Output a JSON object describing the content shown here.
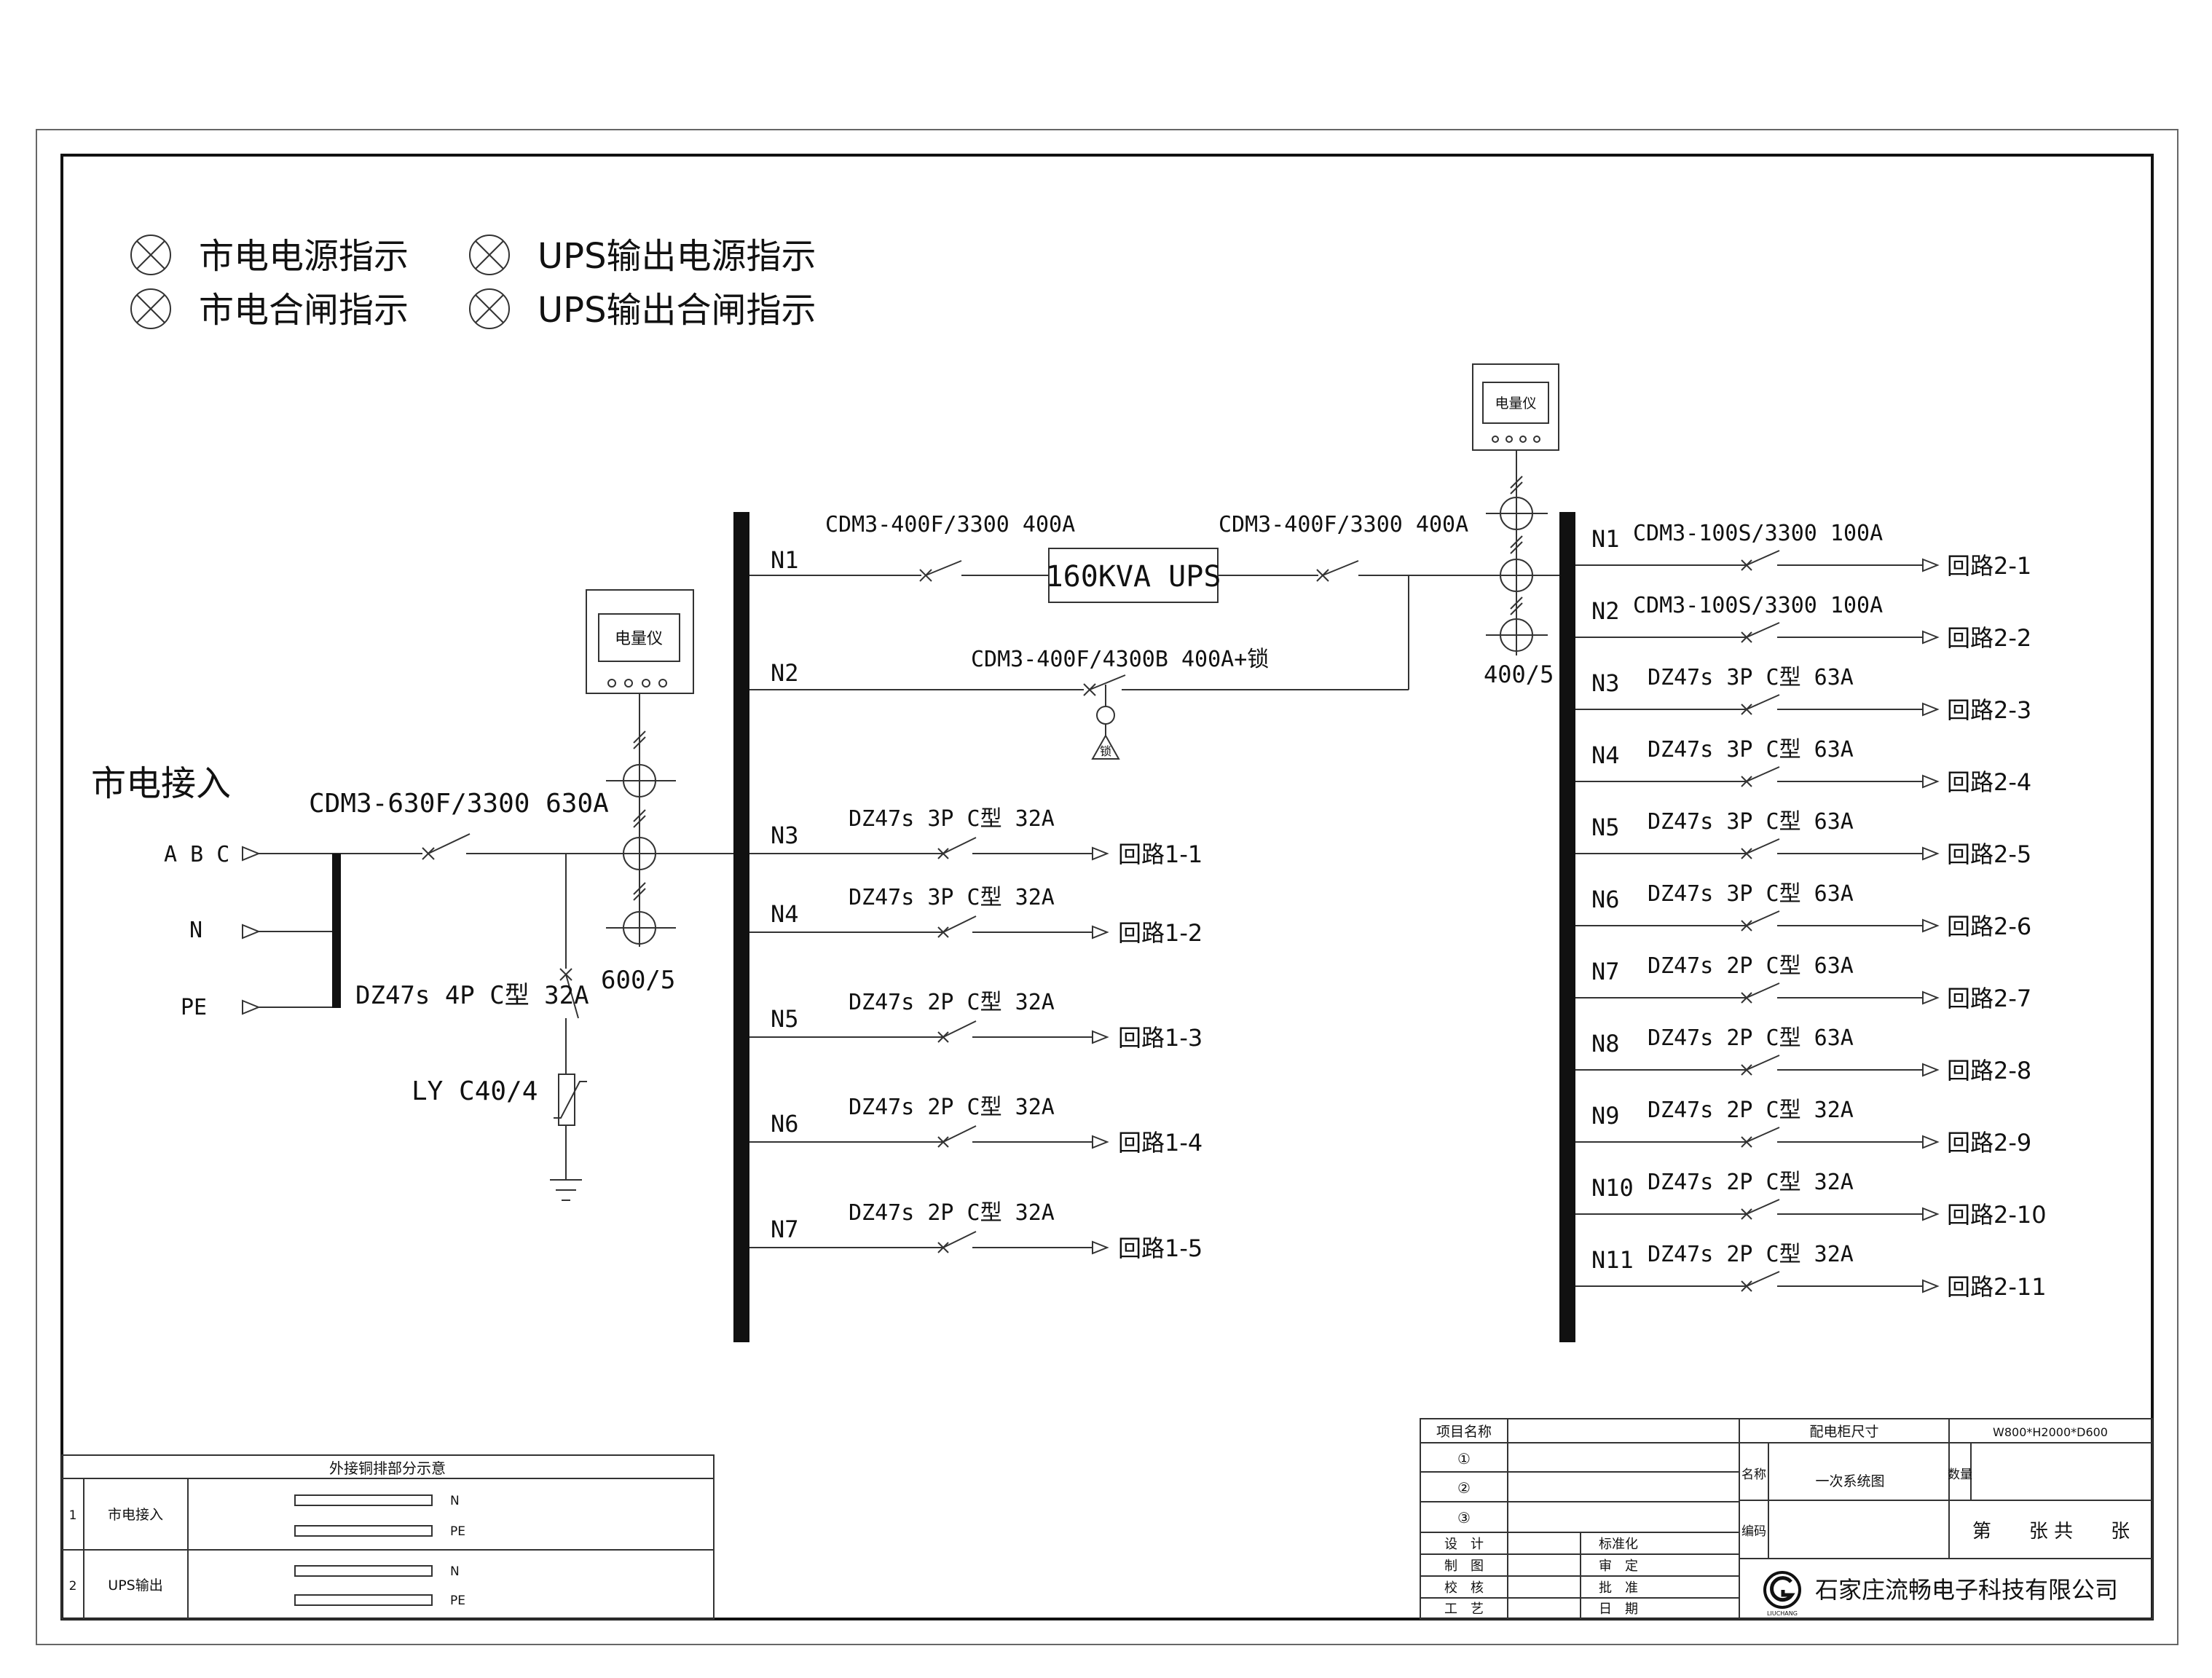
{
  "legend": {
    "items": [
      {
        "label": "市电电源指示"
      },
      {
        "label": "UPS输出电源指示"
      },
      {
        "label": "市电合闸指示"
      },
      {
        "label": "UPS输出合闸指示"
      }
    ]
  },
  "incoming": {
    "title": "市电接入",
    "phase_abc": "A B C",
    "phase_n": "N",
    "phase_pe": "PE",
    "main_breaker": "CDM3-630F/3300 630A",
    "spd_breaker": "DZ47s 4P C型 32A",
    "spd": "LY C40/4",
    "ct": "600/5",
    "meter": "电量仪"
  },
  "bus1": {
    "n1_label": "N1",
    "n1_breaker": "CDM3-400F/3300 400A",
    "ups": "160KVA UPS",
    "ups_out_breaker": "CDM3-400F/3300 400A",
    "n2_label": "N2",
    "n2_breaker": "CDM3-400F/4300B 400A+锁",
    "lock": "锁",
    "circuits": [
      {
        "n": "N3",
        "breaker": "DZ47s 3P C型 32A",
        "out": "回路1-1"
      },
      {
        "n": "N4",
        "breaker": "DZ47s 3P C型 32A",
        "out": "回路1-2"
      },
      {
        "n": "N5",
        "breaker": "DZ47s 2P C型 32A",
        "out": "回路1-3"
      },
      {
        "n": "N6",
        "breaker": "DZ47s 2P C型 32A",
        "out": "回路1-4"
      },
      {
        "n": "N7",
        "breaker": "DZ47s 2P C型 32A",
        "out": "回路1-5"
      }
    ]
  },
  "bus2": {
    "meter": "电量仪",
    "ct": "400/5",
    "circuits": [
      {
        "n": "N1",
        "breaker": "CDM3-100S/3300 100A",
        "out": "回路2-1"
      },
      {
        "n": "N2",
        "breaker": "CDM3-100S/3300 100A",
        "out": "回路2-2"
      },
      {
        "n": "N3",
        "breaker": "DZ47s 3P C型 63A",
        "out": "回路2-3"
      },
      {
        "n": "N4",
        "breaker": "DZ47s 3P C型 63A",
        "out": "回路2-4"
      },
      {
        "n": "N5",
        "breaker": "DZ47s 3P C型 63A",
        "out": "回路2-5"
      },
      {
        "n": "N6",
        "breaker": "DZ47s 3P C型 63A",
        "out": "回路2-6"
      },
      {
        "n": "N7",
        "breaker": "DZ47s 2P C型 63A",
        "out": "回路2-7"
      },
      {
        "n": "N8",
        "breaker": "DZ47s 2P C型 63A",
        "out": "回路2-8"
      },
      {
        "n": "N9",
        "breaker": "DZ47s 2P C型 32A",
        "out": "回路2-9"
      },
      {
        "n": "N10",
        "breaker": "DZ47s 2P C型 32A",
        "out": "回路2-10"
      },
      {
        "n": "N11",
        "breaker": "DZ47s 2P C型 32A",
        "out": "回路2-11"
      }
    ]
  },
  "copper_table": {
    "title": "外接铜排部分示意",
    "rows": [
      {
        "no": "1",
        "name": "市电接入",
        "bar1": "N",
        "bar2": "PE"
      },
      {
        "no": "2",
        "name": "UPS输出",
        "bar1": "N",
        "bar2": "PE"
      }
    ]
  },
  "title_block": {
    "project_label": "项目名称",
    "c1": "①",
    "c2": "②",
    "c3": "③",
    "design": "设　计",
    "draw": "制　图",
    "check": "校　核",
    "process": "工　艺",
    "std": "标准化",
    "review": "审　定",
    "approve": "批　准",
    "date": "日　期",
    "size_label": "配电柜尺寸",
    "size_value": "W800*H2000*D600",
    "name_label": "名称",
    "name_value": "一次系统图",
    "qty_label": "数量",
    "code_label": "编码",
    "sheet": "第　　张 共　　张",
    "company": "石家庄流畅电子科技有限公司",
    "logo_text": "LIUCHANG"
  }
}
